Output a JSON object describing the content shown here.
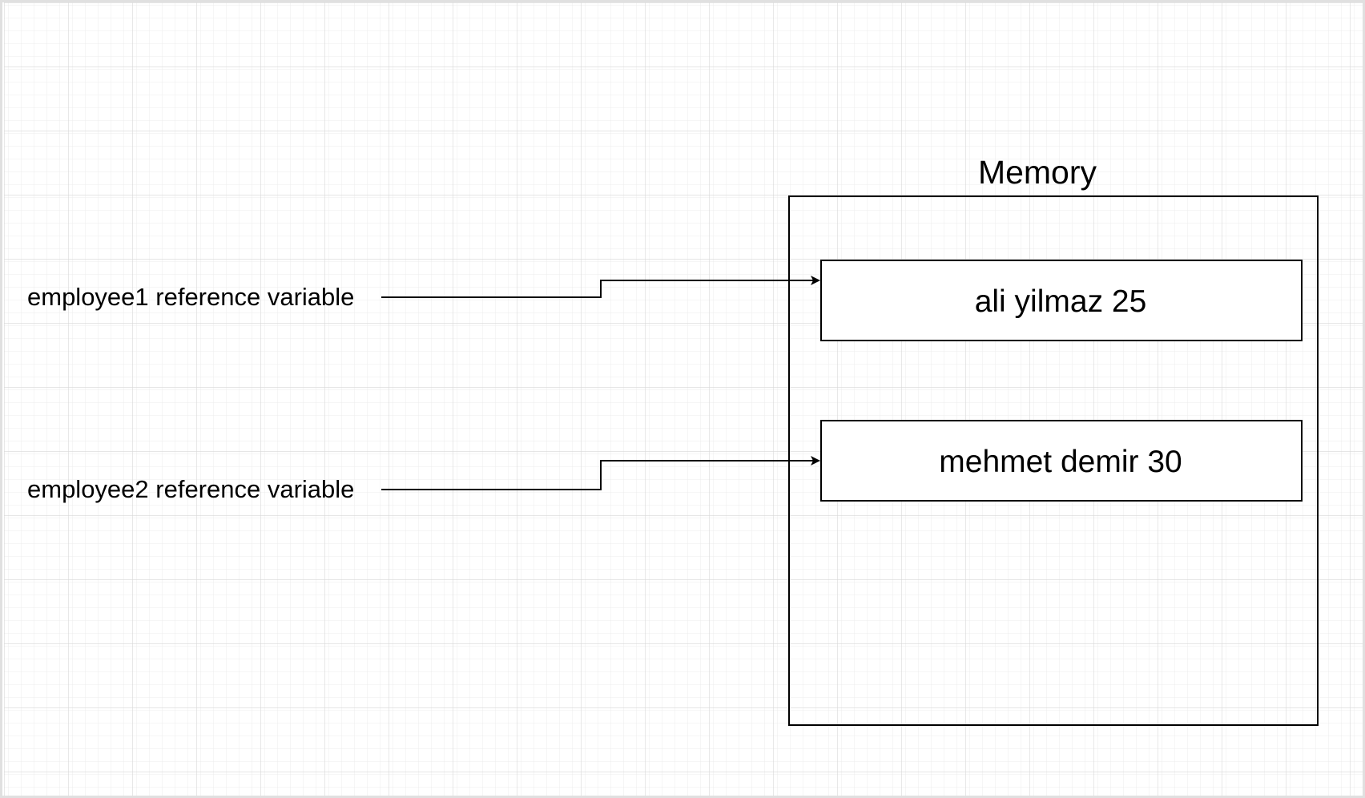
{
  "diagram": {
    "memory": {
      "title": "Memory",
      "objects": [
        {
          "label": "ali yilmaz 25"
        },
        {
          "label": "mehmet demir 30"
        }
      ]
    },
    "references": [
      {
        "label": "employee1 reference variable",
        "points_to": 0
      },
      {
        "label": "employee2 reference variable",
        "points_to": 1
      }
    ],
    "colors": {
      "background": "#ffffff",
      "grid_minor": "#ececec",
      "grid_major": "#d8d8d8",
      "stroke": "#000000"
    }
  }
}
